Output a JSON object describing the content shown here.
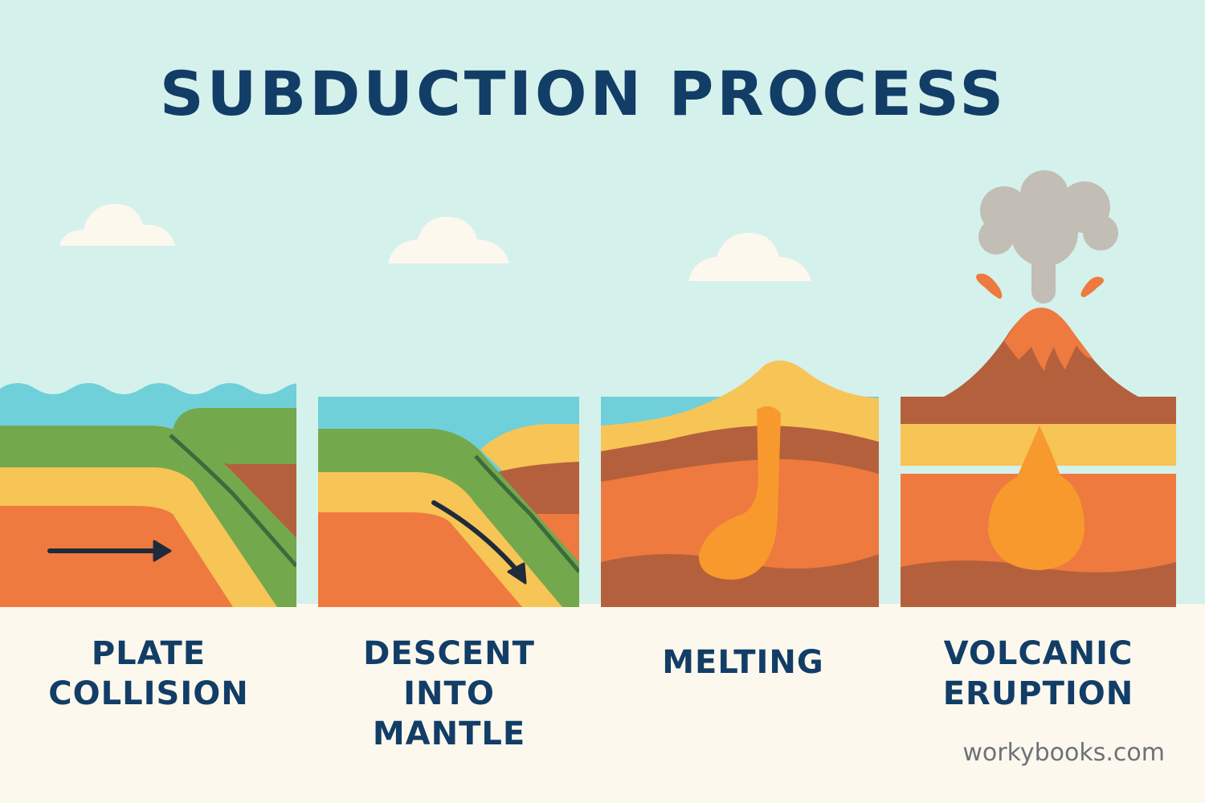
{
  "title": "SUBDUCTION PROCESS",
  "stages": [
    {
      "line1": "PLATE",
      "line2": "COLLISION"
    },
    {
      "line1": "DESCENT",
      "line2": "INTO MANTLE"
    },
    {
      "line1": "MELTING",
      "line2": ""
    },
    {
      "line1": "VOLCANIC",
      "line2": "ERUPTION"
    }
  ],
  "watermark": "workybooks.com",
  "colors": {
    "title": "#123d66",
    "sky": "#d5f1ec",
    "ocean": "#6fd0d9",
    "green_plate": "#74a84d",
    "yellow_layer": "#f7c456",
    "orange_mantle": "#ee7a3f",
    "brown_layer": "#b5603c",
    "magma": "#f8992e",
    "smoke": "#c2bdb5",
    "ground": "#fcf8ee"
  },
  "icons": [
    "cloud-icon",
    "arrow-right-icon",
    "arrow-down-right-icon",
    "smoke-plume-icon",
    "lava-splash-icon"
  ]
}
